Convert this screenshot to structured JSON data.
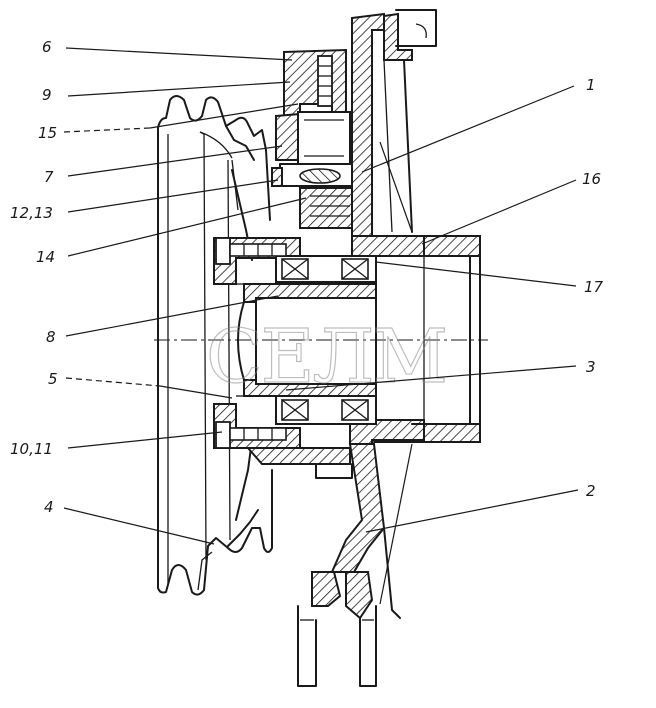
{
  "watermark": "СЕЛМ",
  "callouts": [
    {
      "id": "6",
      "text": "6"
    },
    {
      "id": "9",
      "text": "9"
    },
    {
      "id": "15",
      "text": "15"
    },
    {
      "id": "7",
      "text": "7"
    },
    {
      "id": "12-13",
      "text": "12,13"
    },
    {
      "id": "14",
      "text": "14"
    },
    {
      "id": "8",
      "text": "8"
    },
    {
      "id": "5",
      "text": "5"
    },
    {
      "id": "10-11",
      "text": "10,11"
    },
    {
      "id": "4",
      "text": "4"
    },
    {
      "id": "1",
      "text": "1"
    },
    {
      "id": "16",
      "text": "16"
    },
    {
      "id": "17",
      "text": "17"
    },
    {
      "id": "3",
      "text": "3"
    },
    {
      "id": "2",
      "text": "2"
    }
  ]
}
